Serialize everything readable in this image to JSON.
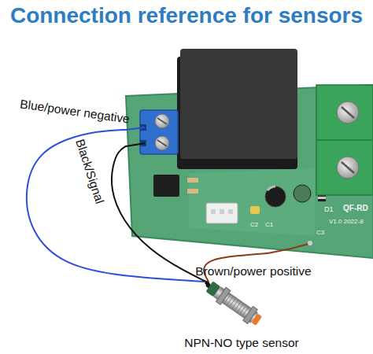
{
  "diagram": {
    "title": "Connection reference for sensors",
    "nodes": [
      {
        "text": [
          "D1",
          "QF-RD",
          "V1.0 2022-8",
          "C2",
          "C1",
          "C3"
        ]
      },
      {
        "text": [
          "NPN-NO type sensor"
        ]
      }
    ],
    "edges": [
      {
        "from": 1,
        "to": 0,
        "arrow": "none",
        "label": "Blue/power negative"
      },
      {
        "from": 1,
        "to": 0,
        "arrow": "none",
        "label": "Black/Signal"
      },
      {
        "from": 1,
        "to": 0,
        "arrow": "none",
        "label": "Brown/power positive"
      }
    ]
  }
}
